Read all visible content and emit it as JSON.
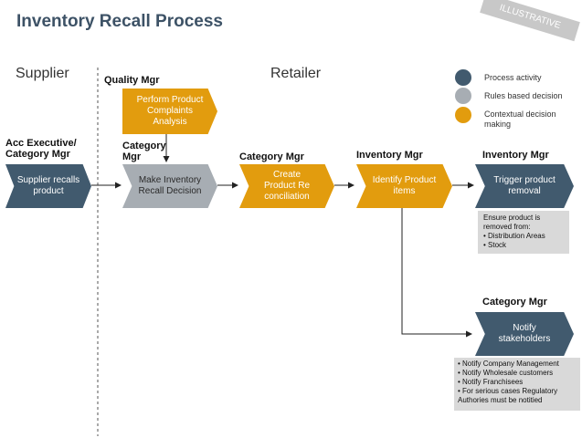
{
  "title": "Inventory Recall Process",
  "stamp": "ILLUSTRATIVE",
  "zones": {
    "supplier": "Supplier",
    "retailer": "Retailer"
  },
  "legend": [
    {
      "label": "Process activity",
      "color": "#415a6e"
    },
    {
      "label": "Rules based decision",
      "color": "#a7adb3"
    },
    {
      "label": "Contextual decision making",
      "color": "#e29c0e"
    }
  ],
  "roles": {
    "quality": "Quality Mgr",
    "acc_exec": "Acc Executive/ Category Mgr",
    "category1": "Category Mgr",
    "category2": "Category Mgr",
    "inventory1": "Inventory Mgr",
    "inventory2": "Inventory Mgr",
    "category3": "Category Mgr"
  },
  "activities": {
    "supplier_recalls": "Supplier recalls product",
    "perform_analysis": "Perform Product Complaints Analysis",
    "make_decision": "Make Inventory Recall Decision",
    "create_reconciliation": "Create Product Re conciliation",
    "identify_items": "Identify Product items",
    "trigger_removal": "Trigger product removal",
    "notify_stakeholders": "Notify stakeholders"
  },
  "notes": {
    "removal_intro": "Ensure product is removed from:",
    "removal_items": [
      "Distribution Areas",
      "Stock"
    ],
    "notify_items": [
      "Notify Company Management",
      "Notify Wholesale customers",
      "Notify Franchisees",
      "For serious cases Regulatory Authories must be notitied"
    ]
  }
}
